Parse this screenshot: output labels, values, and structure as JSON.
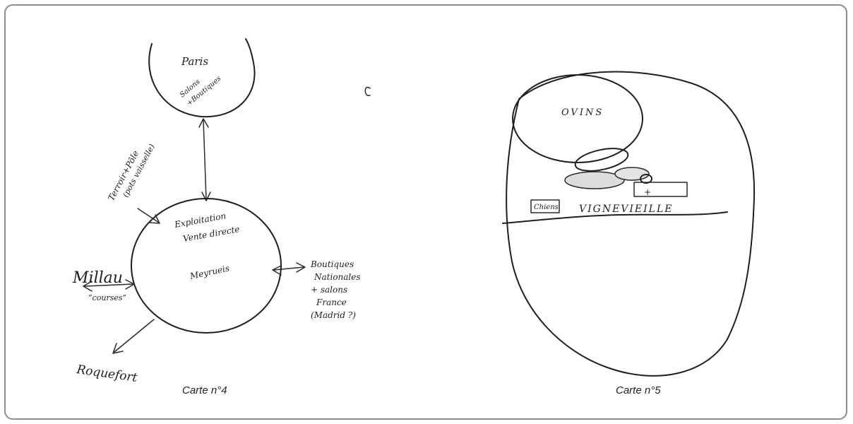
{
  "map4": {
    "caption": "Carte n°4",
    "nodes": {
      "paris": "Paris",
      "paris_sub": "Salons",
      "paris_sub2": "+Boutiques",
      "center_line1": "Exploitation",
      "center_line2": "Vente directe",
      "center_name": "Meyrueis",
      "terroir_line1": "Terroir+Pôle",
      "terroir_line2": "(pots vaisselle)",
      "millau": "Millau",
      "courses": "“courses”",
      "roquefort": "Roquefort",
      "boutiques_line1": "Boutiques",
      "boutiques_line2": "Nationales",
      "boutiques_line3": "+ salons",
      "boutiques_line4": "France",
      "boutiques_line5": "(Madrid ?)"
    }
  },
  "map5": {
    "caption": "Carte n°5",
    "labels": {
      "ovins": "OVINS",
      "village": "VIGNEVIEILLE",
      "chiens": "Chiens"
    }
  }
}
